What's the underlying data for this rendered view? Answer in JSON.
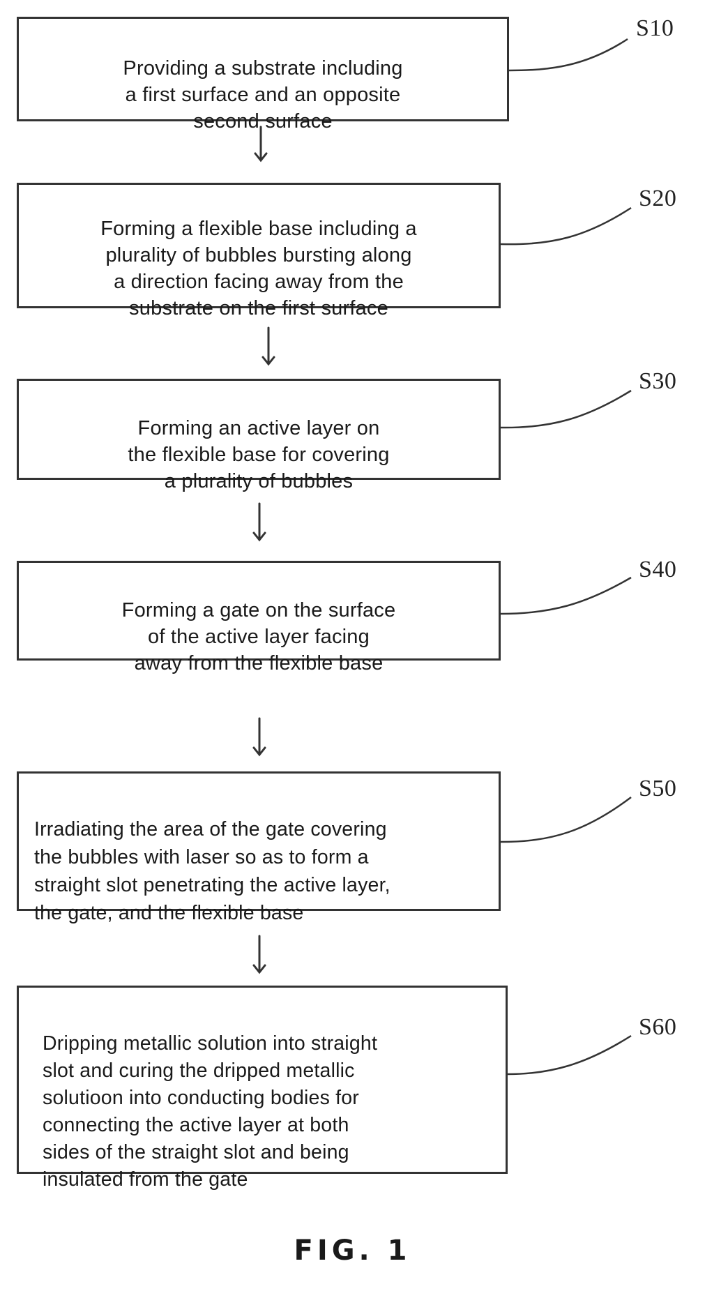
{
  "steps": [
    {
      "id": "S10",
      "text": "Providing a substrate including\na first surface and an opposite\nsecond surface"
    },
    {
      "id": "S20",
      "text": "Forming a flexible base including a\nplurality of bubbles bursting along\na direction facing away from the\nsubstrate on the first surface"
    },
    {
      "id": "S30",
      "text": "Forming an active layer on\nthe flexible base for covering\na plurality of bubbles"
    },
    {
      "id": "S40",
      "text": "Forming a gate on the surface\nof the active layer facing\naway from the flexible base"
    },
    {
      "id": "S50",
      "text": "Irradiating the area of the gate covering\nthe bubbles with laser so as to form a\nstraight slot penetrating the active layer,\nthe gate, and the flexible base"
    },
    {
      "id": "S60",
      "text": "Dripping metallic solution into straight\nslot and curing the dripped metallic\nsolutioon into conducting bodies for\nconnecting the active layer at both\nsides of the straight slot and being\ninsulated from the gate"
    }
  ],
  "caption": "FIG. 1",
  "colors": {
    "stroke": "#333333",
    "text": "#1a1a1a"
  }
}
